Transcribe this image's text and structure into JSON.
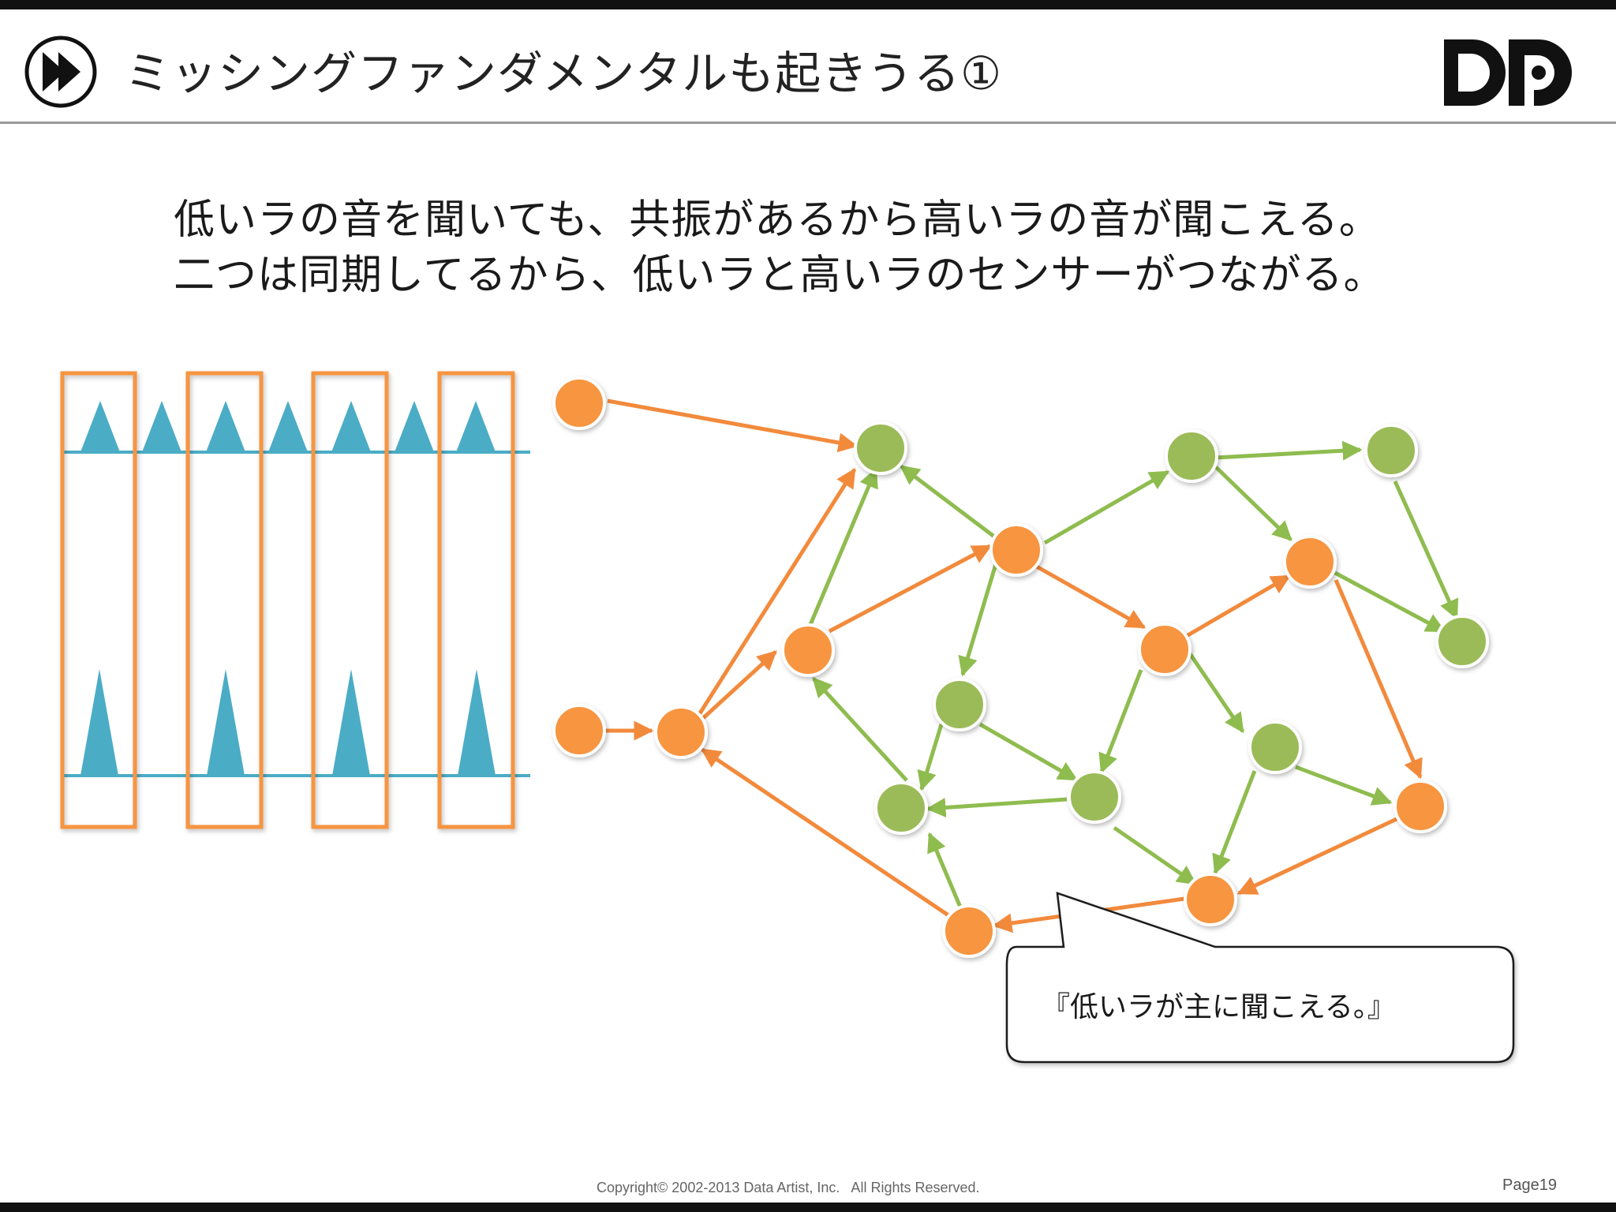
{
  "header": {
    "title": "ミッシングファンダメンタルも起きうる①",
    "logo_alt": "DP"
  },
  "body": {
    "line1": "低いラの音を聞いても、共振があるから高いラの音が聞こえる。",
    "line2": "二つは同期してるから、低いラと高いラのセンサーがつながる。"
  },
  "callout": {
    "text": "『低いラが主に聞こえる。』"
  },
  "footer": {
    "copyright": "Copyright© 2002-2013 Data Artist, Inc.   All Rights Reserved.",
    "page": "Page19"
  },
  "colors": {
    "orange": "#f7953f",
    "green": "#9bbb59",
    "teal": "#4bacc6",
    "orange_edge": "#f28a3c",
    "green_edge": "#8fbc4f"
  }
}
